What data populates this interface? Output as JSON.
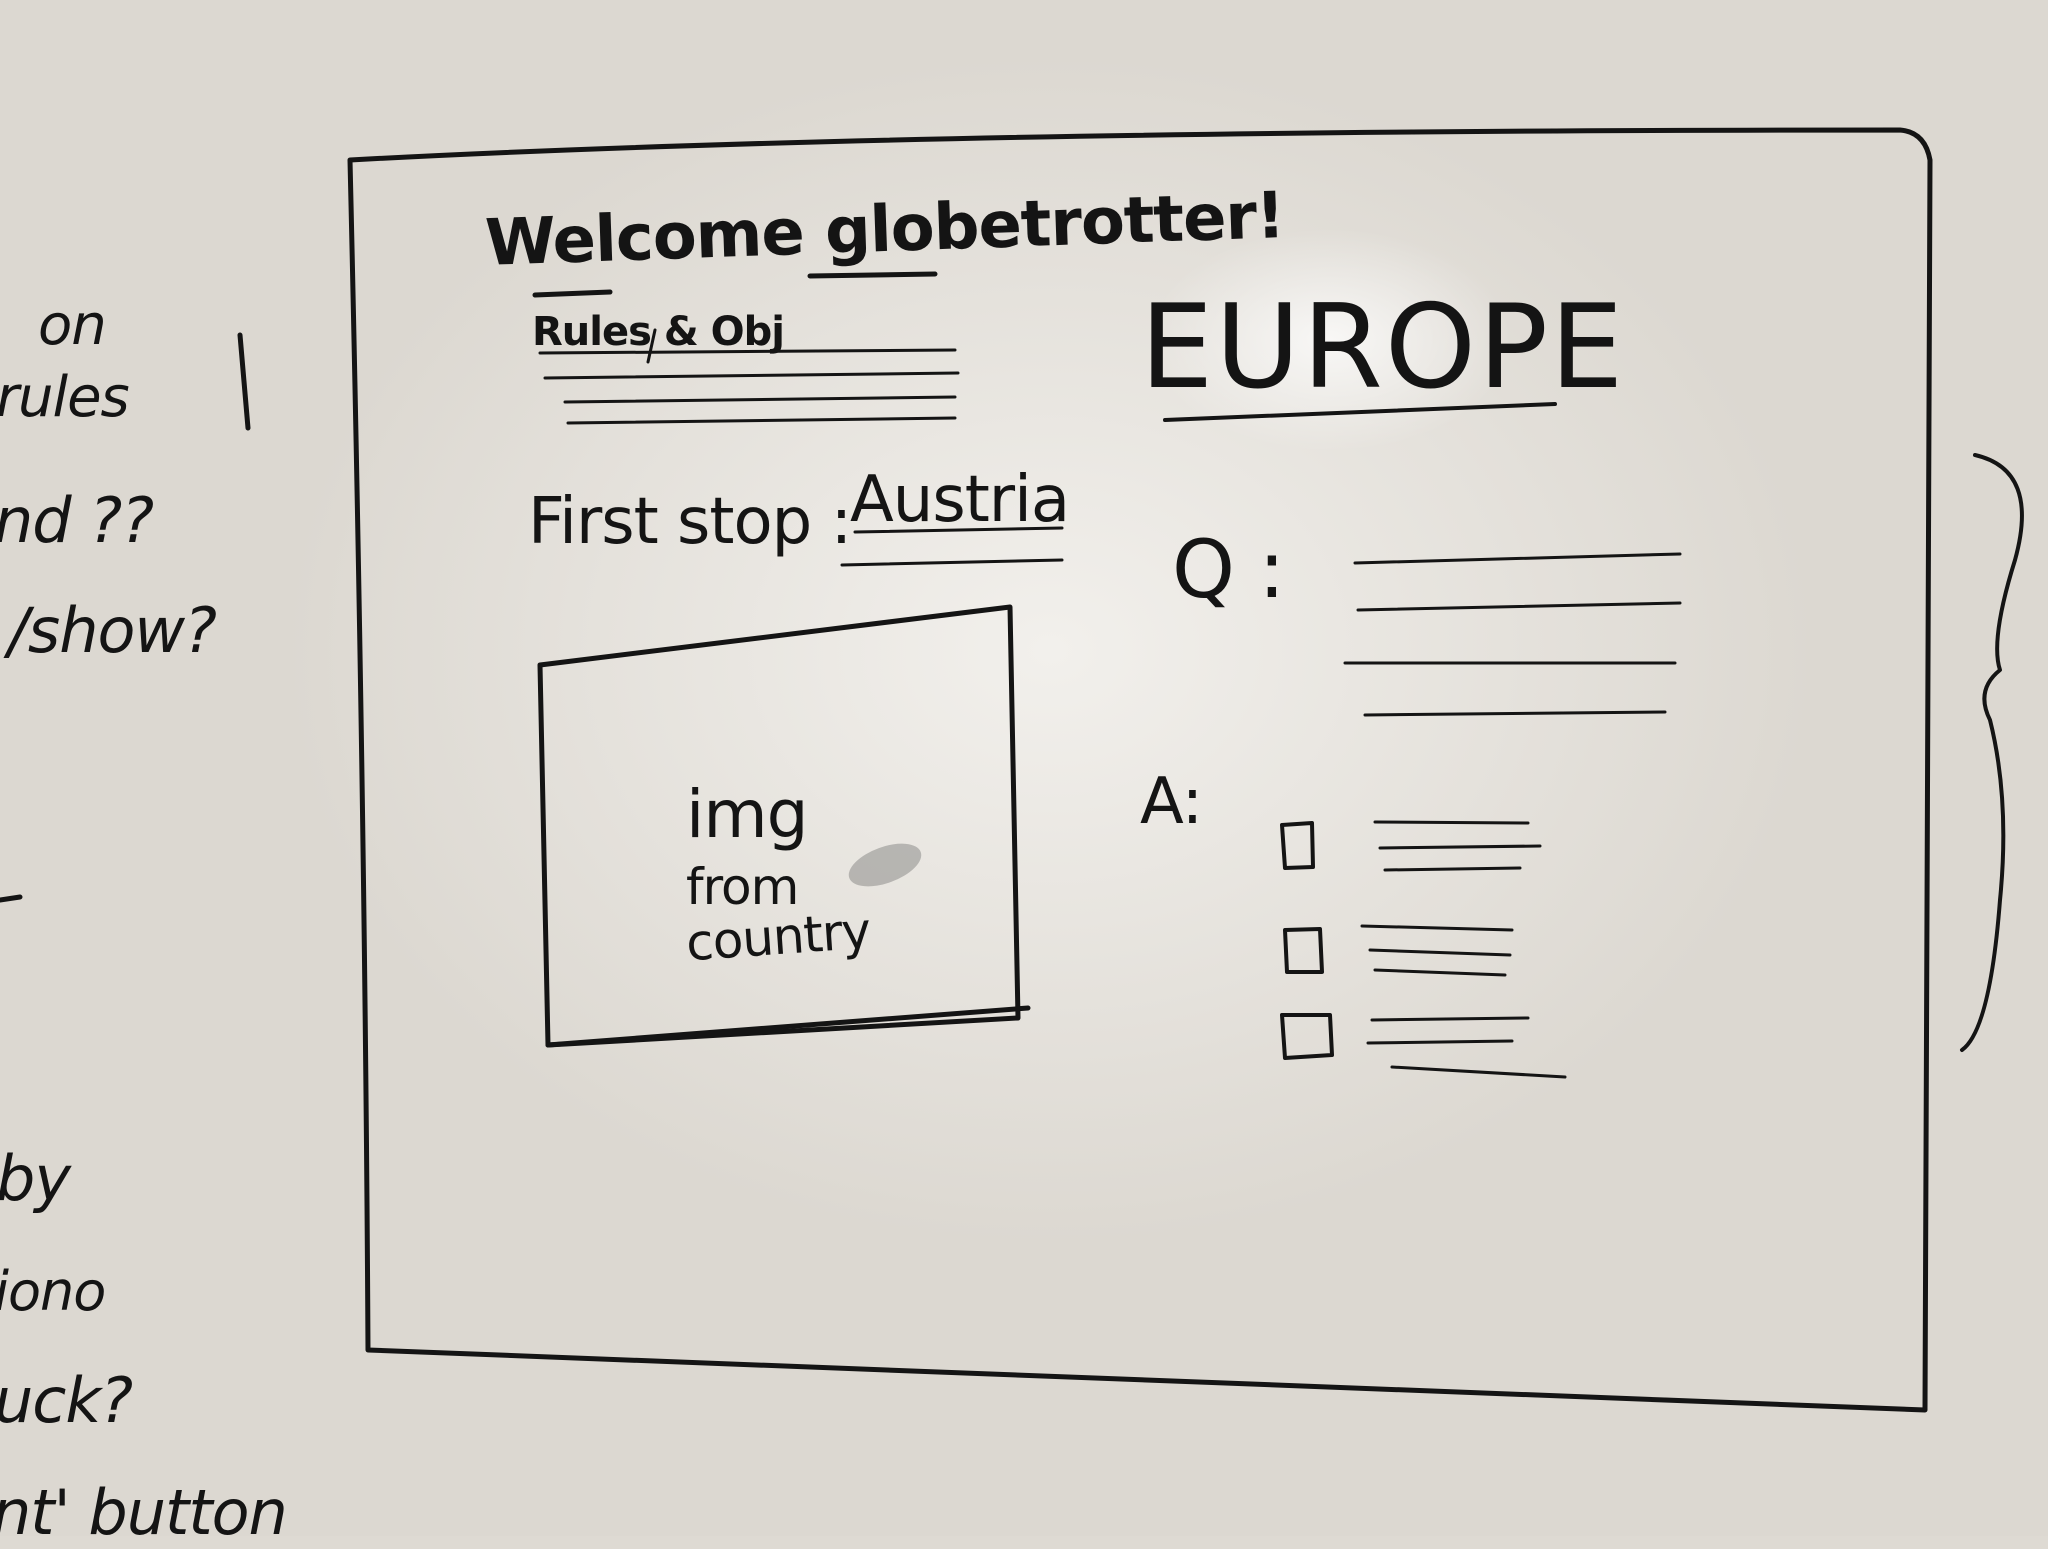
{
  "margin_notes": {
    "line1": "on",
    "line2": "rules",
    "line3": "nd ??",
    "line4": "/show?",
    "line5": "by",
    "line6": "iono",
    "line7": "uck?",
    "line8": "nt' button"
  },
  "mockup": {
    "welcome_title": "Welcome globetrotter!",
    "rules_label": "Rules & Obj",
    "first_stop_label": "First stop :",
    "country_name": "Austria",
    "image_placeholder": {
      "line1": "img",
      "line2": "from",
      "line3": "country"
    },
    "region_title": "EUROPE",
    "question_label": "Q :",
    "answer_label": "A:"
  },
  "colors": {
    "ink": "#141414",
    "whiteboard": "#efede8"
  }
}
